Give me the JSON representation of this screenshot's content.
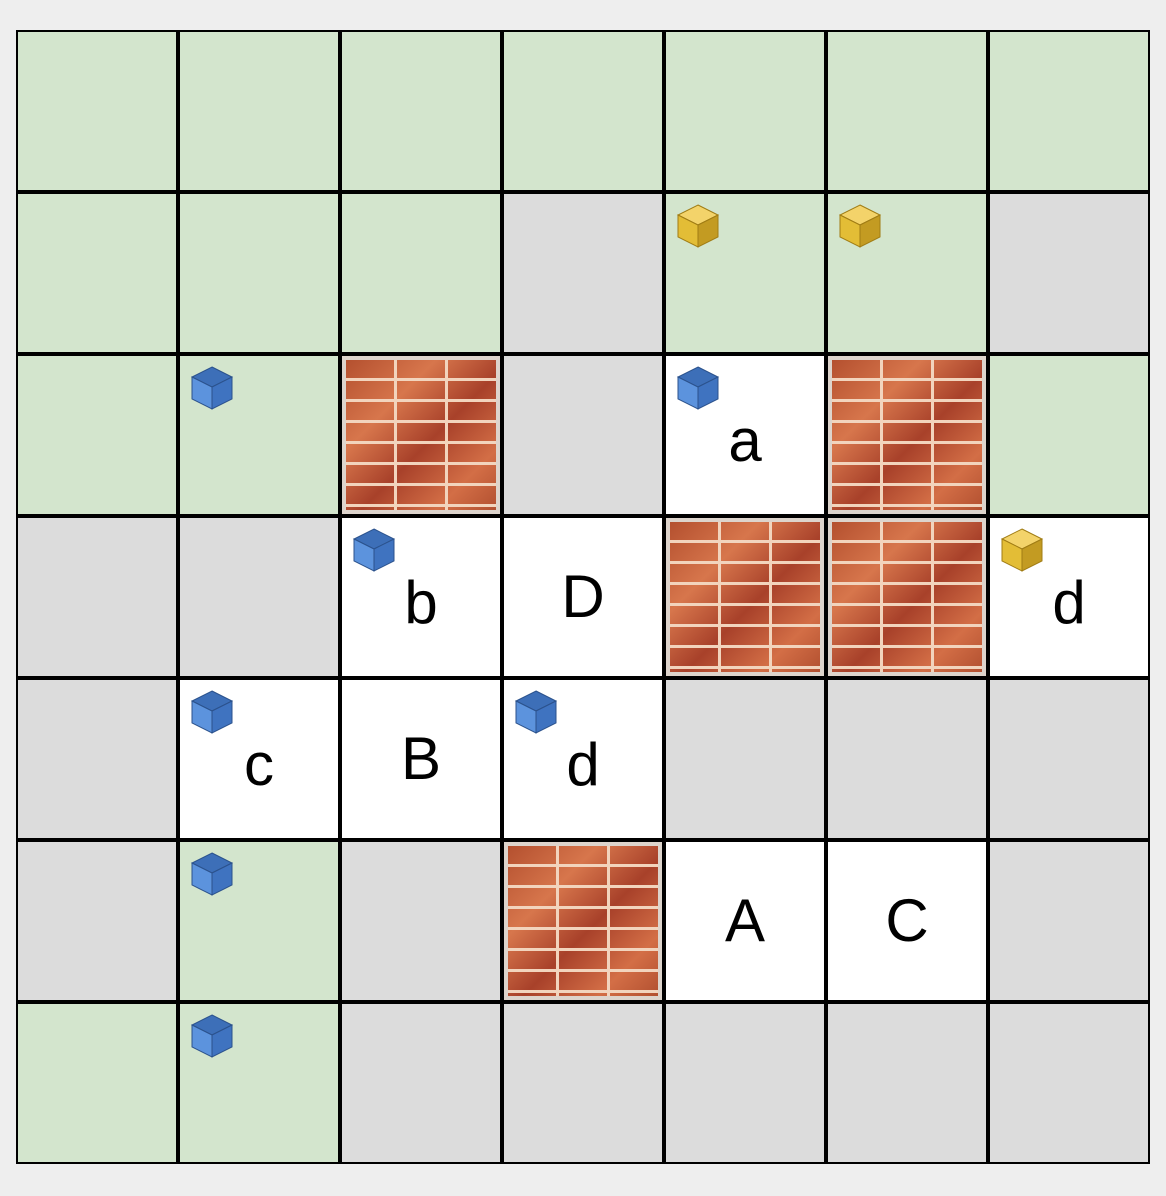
{
  "colors": {
    "agent_blue": "#4f86d4",
    "box_yellow": "#e3bd36",
    "free_cell": "#d3e5cd",
    "blocked_cell": "#dcdcdc",
    "target_cell": "#ffffff"
  },
  "grid": {
    "rows": 7,
    "cols": 7,
    "cells": [
      [
        {
          "type": "green"
        },
        {
          "type": "green"
        },
        {
          "type": "green"
        },
        {
          "type": "green"
        },
        {
          "type": "green"
        },
        {
          "type": "green"
        },
        {
          "type": "green"
        }
      ],
      [
        {
          "type": "green"
        },
        {
          "type": "green"
        },
        {
          "type": "green"
        },
        {
          "type": "gray"
        },
        {
          "type": "green",
          "cube": "yellow"
        },
        {
          "type": "green",
          "cube": "yellow"
        },
        {
          "type": "gray"
        }
      ],
      [
        {
          "type": "green"
        },
        {
          "type": "green",
          "cube": "blue"
        },
        {
          "type": "wall"
        },
        {
          "type": "gray"
        },
        {
          "type": "white",
          "cube": "blue",
          "label": "a"
        },
        {
          "type": "wall"
        },
        {
          "type": "green"
        }
      ],
      [
        {
          "type": "gray"
        },
        {
          "type": "gray"
        },
        {
          "type": "white",
          "cube": "blue",
          "label": "b"
        },
        {
          "type": "white",
          "label": "D"
        },
        {
          "type": "wall"
        },
        {
          "type": "wall"
        },
        {
          "type": "white",
          "cube": "yellow",
          "label": "d"
        }
      ],
      [
        {
          "type": "gray"
        },
        {
          "type": "white",
          "cube": "blue",
          "label": "c"
        },
        {
          "type": "white",
          "label": "B"
        },
        {
          "type": "white",
          "cube": "blue",
          "label": "d"
        },
        {
          "type": "gray"
        },
        {
          "type": "gray"
        },
        {
          "type": "gray"
        }
      ],
      [
        {
          "type": "gray"
        },
        {
          "type": "green",
          "cube": "blue"
        },
        {
          "type": "gray"
        },
        {
          "type": "wall"
        },
        {
          "type": "white",
          "label": "A"
        },
        {
          "type": "white",
          "label": "C"
        },
        {
          "type": "gray"
        }
      ],
      [
        {
          "type": "green"
        },
        {
          "type": "green",
          "cube": "blue"
        },
        {
          "type": "gray"
        },
        {
          "type": "gray"
        },
        {
          "type": "gray"
        },
        {
          "type": "gray"
        },
        {
          "type": "gray"
        }
      ]
    ]
  }
}
